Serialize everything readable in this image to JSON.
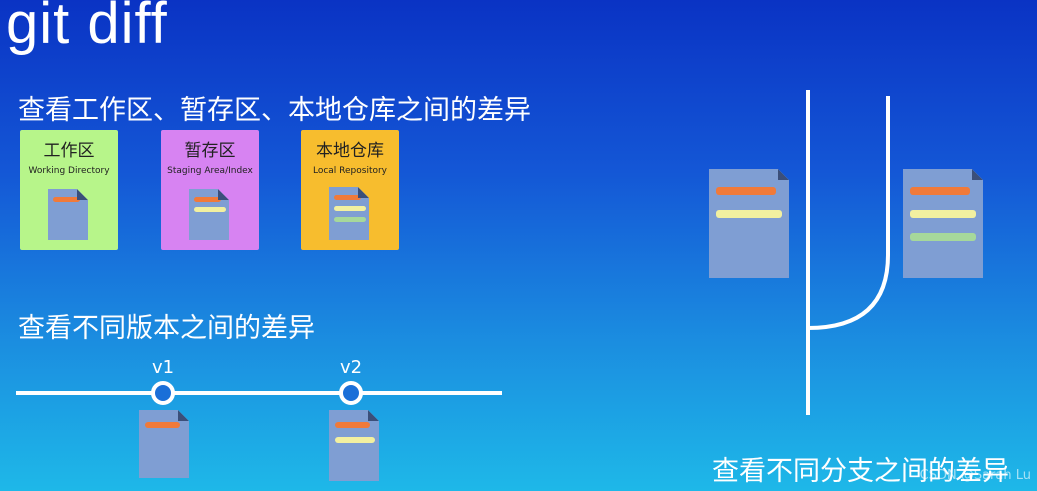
{
  "slide": {
    "title": "git diff",
    "section1": {
      "heading": "查看工作区、暂存区、本地仓库之间的差异",
      "cards": [
        {
          "cn": "工作区",
          "en": "Working Directory",
          "color": "#b7f58a"
        },
        {
          "cn": "暂存区",
          "en": "Staging Area/Index",
          "color": "#d783f2"
        },
        {
          "cn": "本地仓库",
          "en": "Local Repository",
          "color": "#f7bd2e"
        }
      ]
    },
    "section2": {
      "heading": "查看不同版本之间的差异",
      "versions": [
        "v1",
        "v2"
      ]
    },
    "section3": {
      "heading": "查看不同分支之间的差异"
    },
    "watermark": "CSDN @Sarah Lu"
  },
  "colors": {
    "doc": "#7f9ed3",
    "line_orange": "#f07a3a",
    "line_yellow": "#f2f0a0",
    "line_green": "#a6d89b"
  }
}
